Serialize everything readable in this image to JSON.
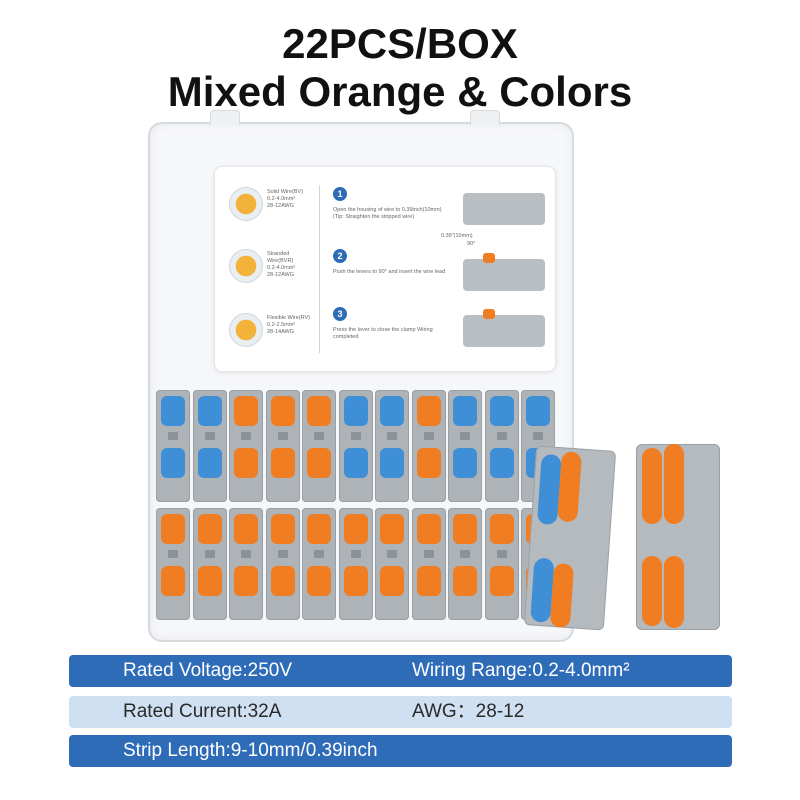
{
  "title": {
    "line1": "22PCS/BOX",
    "line2": "Mixed Orange & Colors"
  },
  "instruction_card": {
    "wire_types": [
      {
        "name": "Solid Wire(BV)",
        "range": "0.2-4.0mm²",
        "awg": "28-12AWG"
      },
      {
        "name": "Stranded Wire(BVR)",
        "range": "0.2-4.0mm²",
        "awg": "28-12AWG"
      },
      {
        "name": "Flexible Wire(RV)",
        "range": "0.2-2.5mm²",
        "awg": "28-14AWG"
      }
    ],
    "steps": [
      {
        "number": "1",
        "text": "Open the housing of wire to 0.39inch(10mm) (Tip: Straighten the stripped wire)",
        "note": "0.39\"(10mm)"
      },
      {
        "number": "2",
        "text": "Push the levers to 90° and insert the wire lead",
        "note": "90°"
      },
      {
        "number": "3",
        "text": "Press the lever to close the clamp Wiring completed"
      }
    ]
  },
  "specs": {
    "rated_voltage": "Rated Voltage:250V",
    "wiring_range": "Wiring Range:0.2-4.0mm²",
    "rated_current": "Rated Current:32A",
    "awg": "AWG：28-12",
    "strip_length": "Strip Length:9-10mm/0.39inch"
  },
  "colors": {
    "orange": "#f07d22",
    "blue": "#3f8fd6",
    "grey": "#aeb3b8",
    "spec_dark": "#2f6cb8",
    "spec_light": "#cfe0f3"
  }
}
